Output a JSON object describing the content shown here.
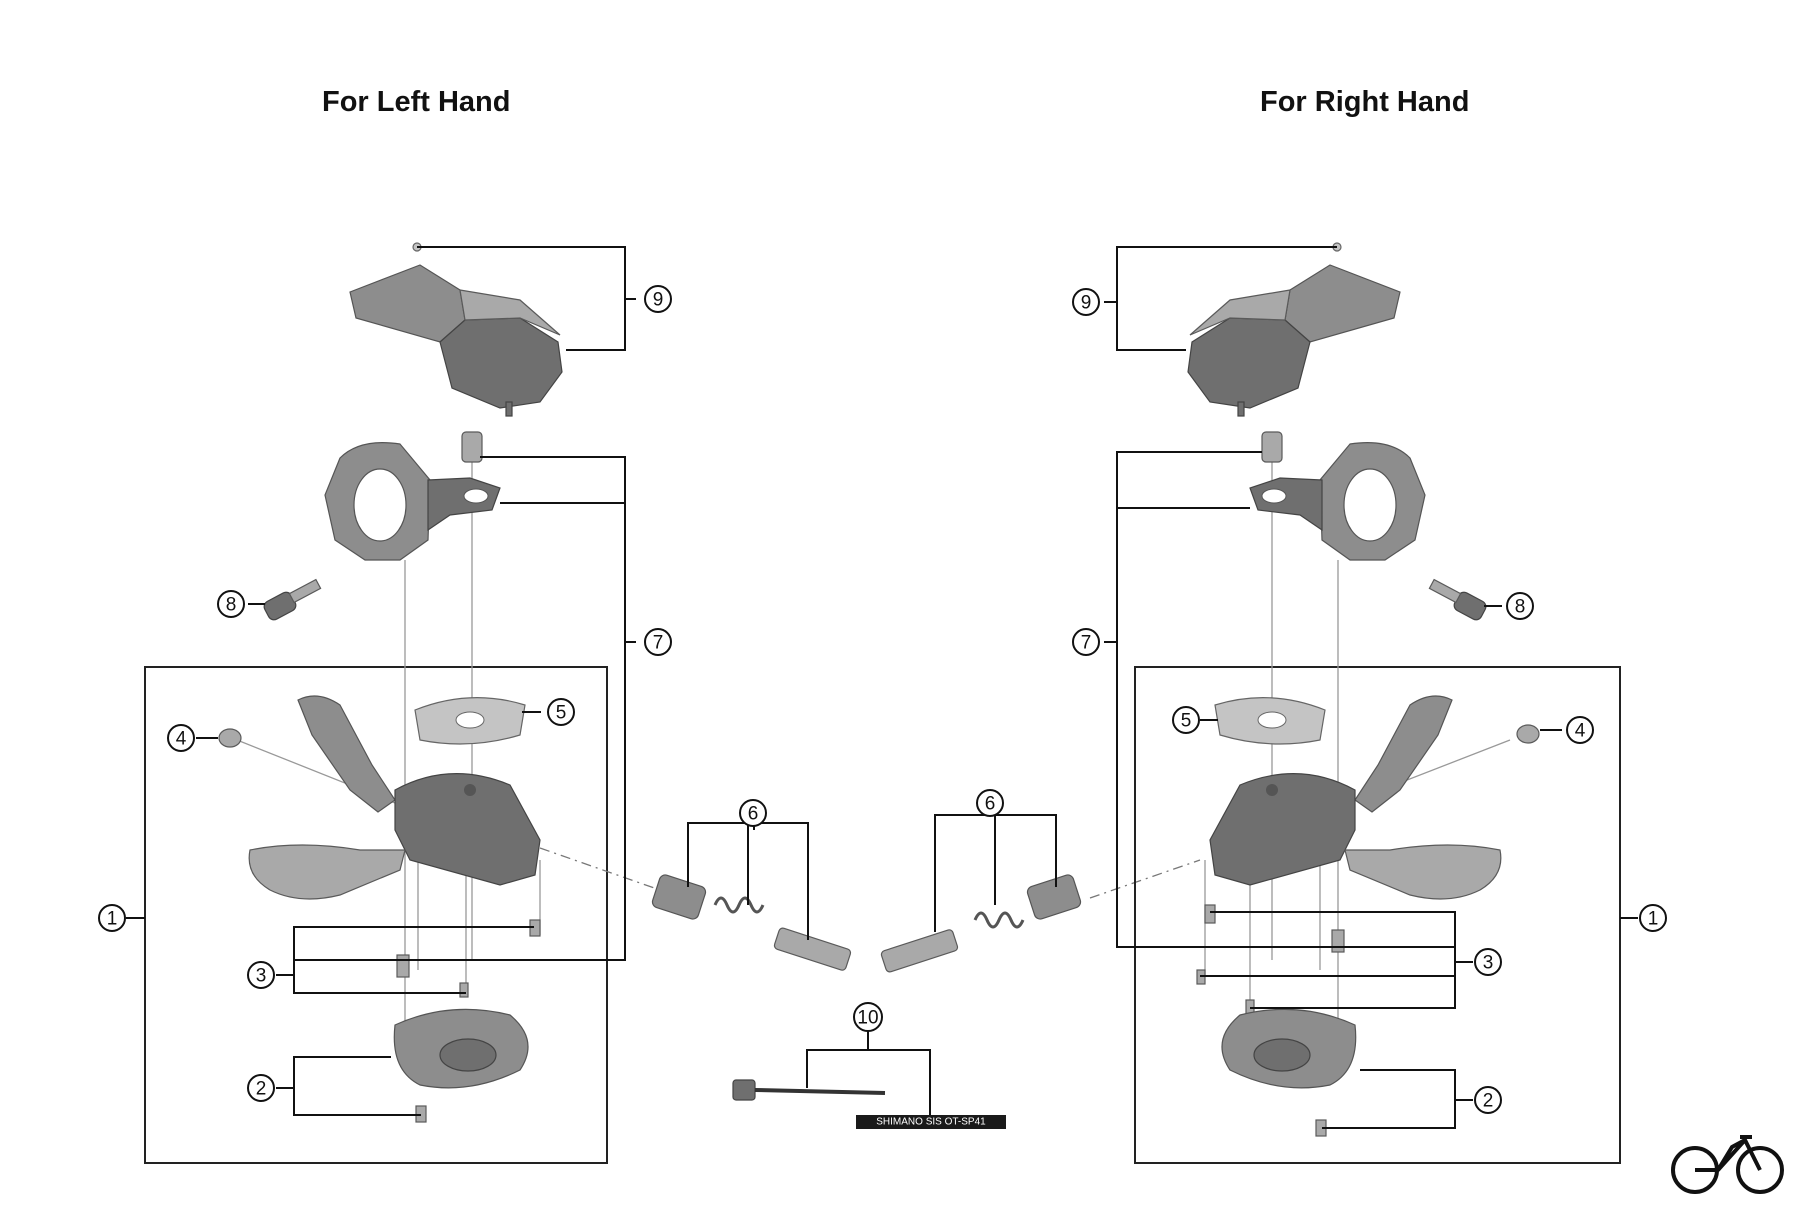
{
  "headings": {
    "left": "For Left Hand",
    "right": "For Right Hand"
  },
  "callouts": {
    "left": {
      "c1": "1",
      "c2": "2",
      "c3": "3",
      "c4": "4",
      "c5": "5",
      "c6": "6",
      "c7": "7",
      "c8": "8",
      "c9": "9"
    },
    "right": {
      "c1": "1",
      "c2": "2",
      "c3": "3",
      "c4": "4",
      "c5": "5",
      "c6": "6",
      "c7": "7",
      "c8": "8",
      "c9": "9"
    },
    "center": {
      "c10": "10"
    }
  },
  "cable_label": "SHIMANO SIS OT-SP41",
  "colors": {
    "part_dark": "#6f6f6f",
    "part_mid": "#8d8d8d",
    "part_light": "#a9a9a9",
    "line": "#111111"
  },
  "icons": {
    "logo": "bicycle-icon"
  }
}
